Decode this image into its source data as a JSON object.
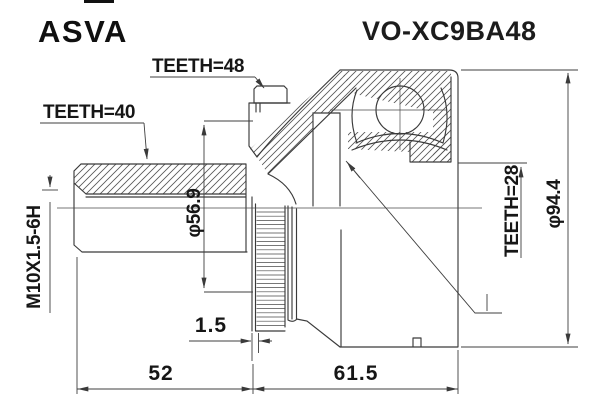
{
  "header": {
    "brand": "ASVA",
    "part_number": "VO-XC9BA48"
  },
  "annotations": {
    "teeth_48": "TEETH=48",
    "teeth_40": "TEETH=40",
    "teeth_28": "TEETH=28",
    "thread_spec": "M10X1.5-6H",
    "shaft_diameter": "φ56.9",
    "housing_diameter": "φ94.4"
  },
  "dimensions": {
    "spline_offset": "1.5",
    "stem_length": "52",
    "housing_length": "61.5"
  },
  "colors": {
    "background": "#ffffff",
    "line": "#3a3a3a",
    "text": "#161616"
  }
}
